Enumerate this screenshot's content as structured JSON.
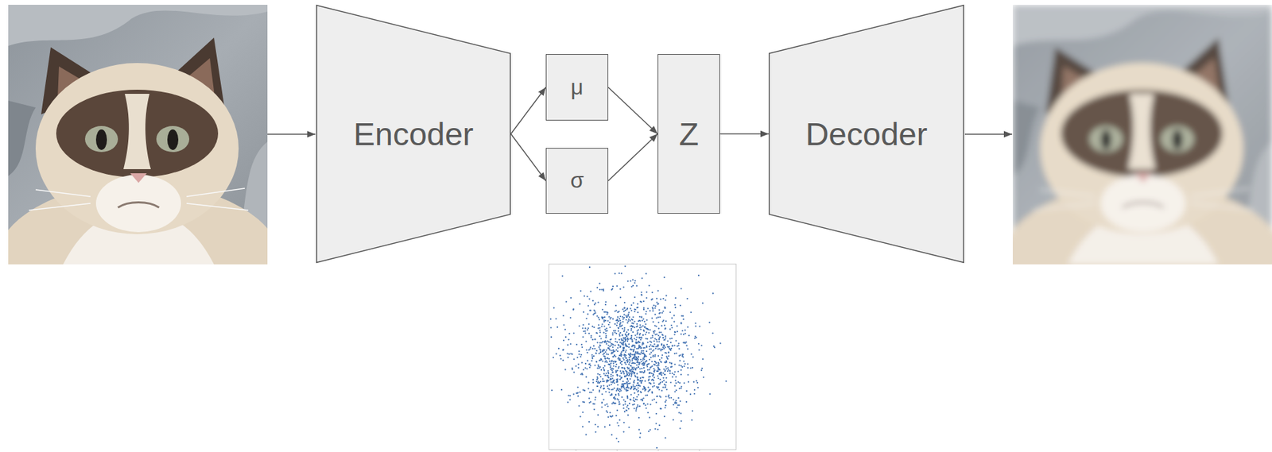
{
  "diagram": {
    "nodes": [
      {
        "text": [
          "Encoder"
        ]
      },
      {
        "text": [
          "μ"
        ]
      },
      {
        "text": [
          "σ"
        ]
      },
      {
        "text": [
          "Z"
        ]
      },
      {
        "text": [
          "Decoder"
        ]
      }
    ],
    "edges": [
      {
        "from": 0,
        "to": 1,
        "arrow": "to"
      },
      {
        "from": 0,
        "to": 2,
        "arrow": "to"
      },
      {
        "from": 1,
        "to": 3,
        "arrow": "to"
      },
      {
        "from": 2,
        "to": 3,
        "arrow": "to"
      },
      {
        "from": 3,
        "to": 4,
        "arrow": "to"
      }
    ]
  }
}
